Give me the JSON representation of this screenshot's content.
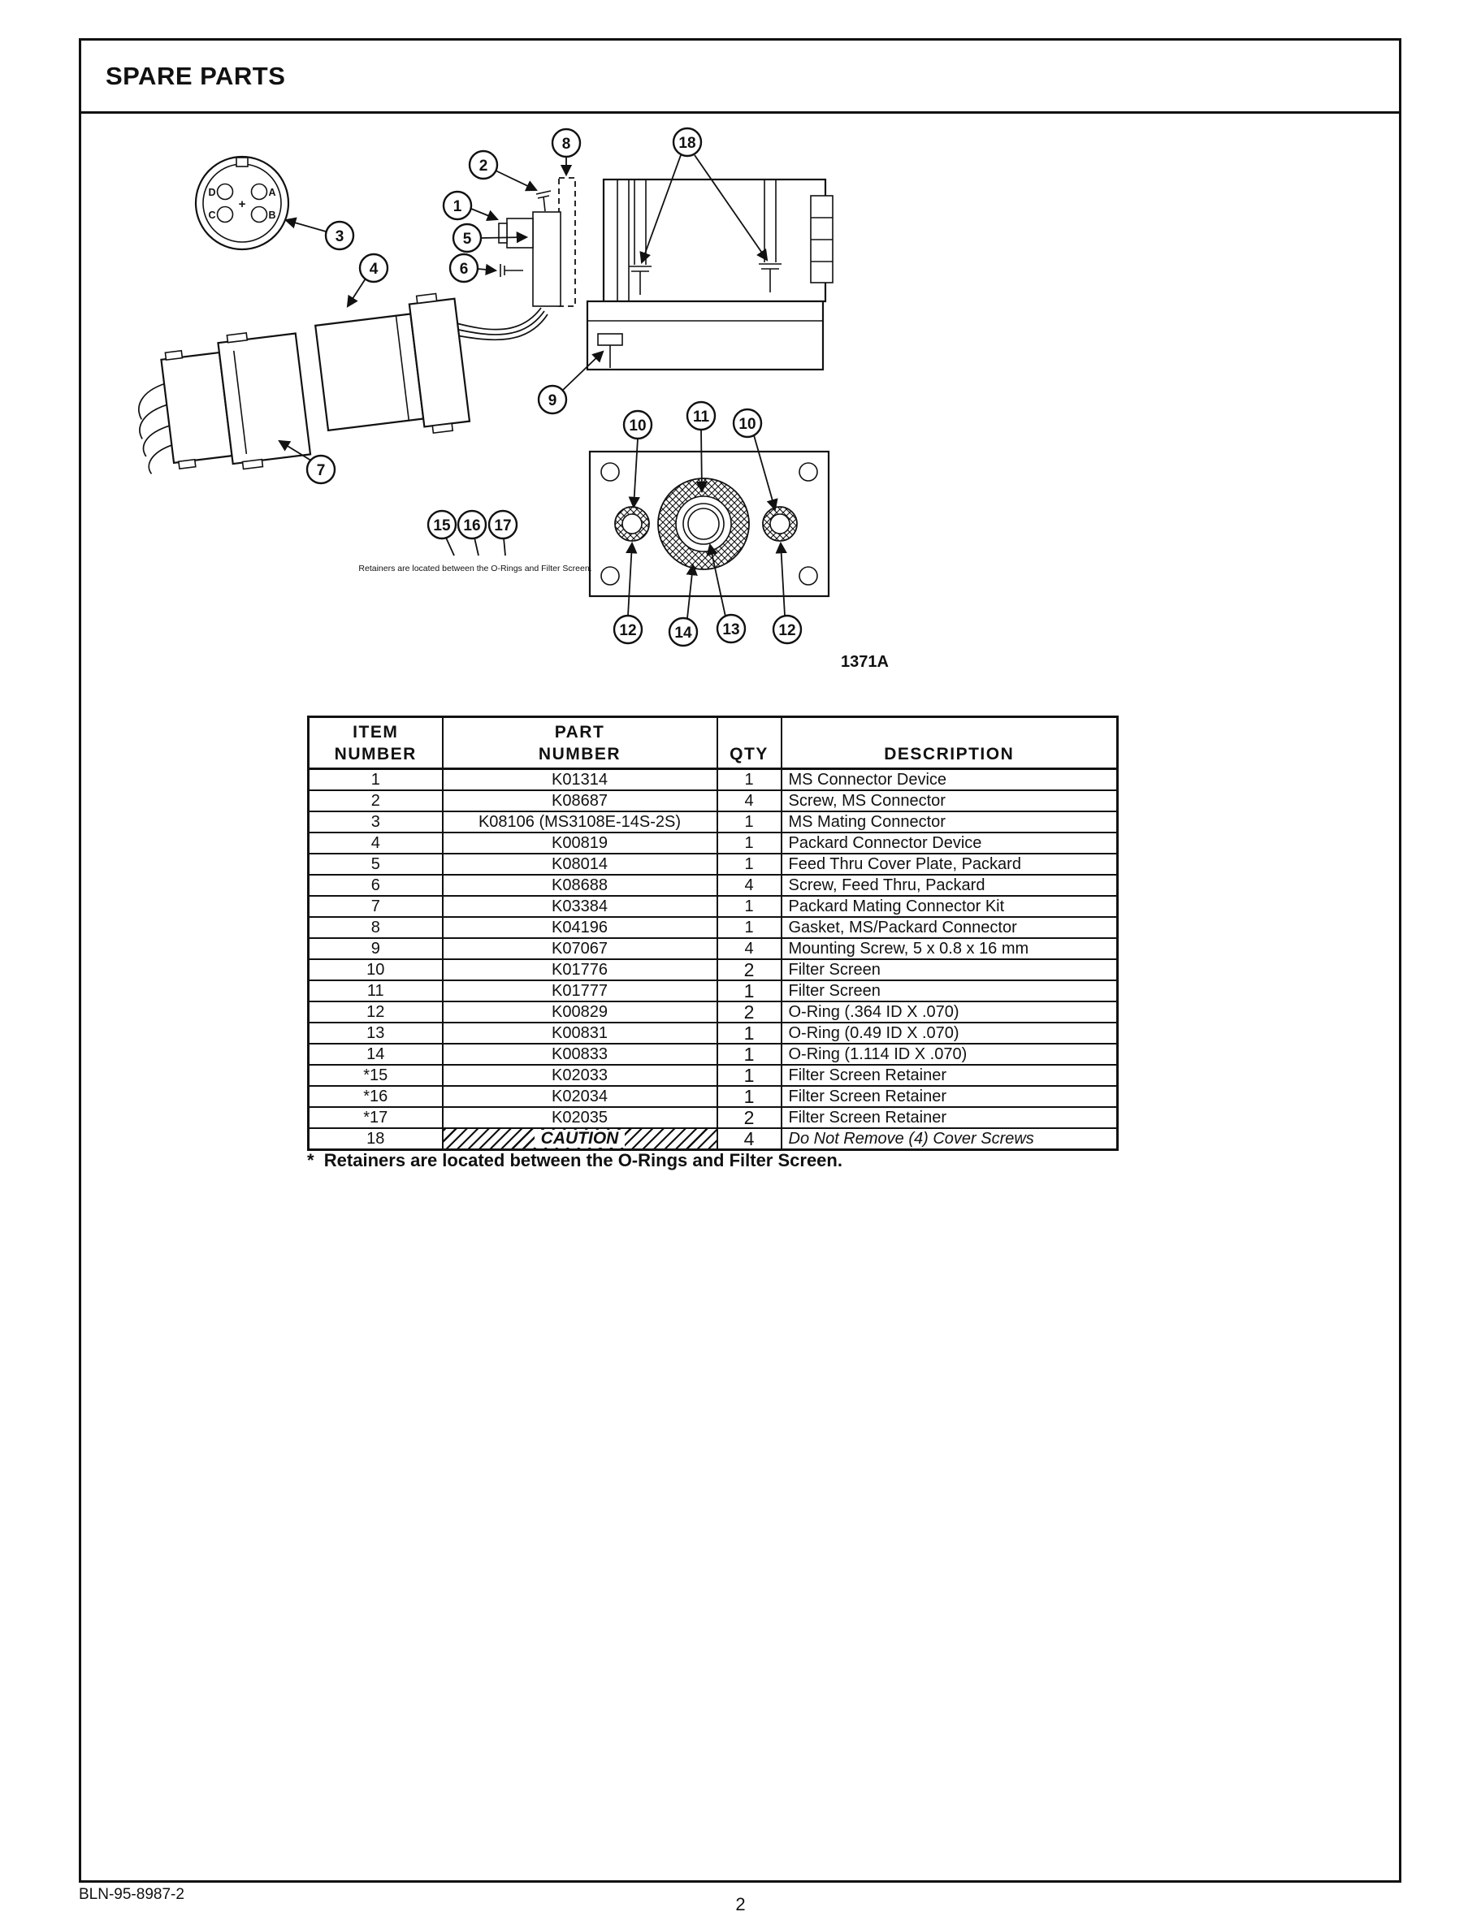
{
  "page": {
    "title": "SPARE PARTS",
    "figure_number": "1371A",
    "footnote": "*  Retainers are located between the O-Rings and Filter Screen.",
    "doc_number": "BLN-95-8987-2",
    "page_number": "2"
  },
  "diagram": {
    "callout_numbers": [
      "1",
      "2",
      "3",
      "4",
      "5",
      "6",
      "7",
      "8",
      "9",
      "10",
      "11",
      "12",
      "13",
      "14",
      "15",
      "16",
      "17",
      "18"
    ],
    "connector": {
      "pins": [
        "D",
        "A",
        "C",
        "B"
      ],
      "center_mark": "+"
    },
    "note": "Retainers are located between the O-Rings and Filter Screen."
  },
  "table": {
    "headers": {
      "item": [
        "ITEM",
        "NUMBER"
      ],
      "part": [
        "PART",
        "NUMBER"
      ],
      "qty": "QTY",
      "description": "DESCRIPTION"
    },
    "rows": [
      {
        "item": "1",
        "part": "K01314",
        "qty": "1",
        "desc": "MS Connector Device"
      },
      {
        "item": "2",
        "part": "K08687",
        "qty": "4",
        "desc": "Screw, MS Connector"
      },
      {
        "item": "3",
        "part": "K08106 (MS3108E-14S-2S)",
        "qty": "1",
        "desc": "MS Mating Connector"
      },
      {
        "item": "4",
        "part": "K00819",
        "qty": "1",
        "desc": "Packard Connector Device"
      },
      {
        "item": "5",
        "part": "K08014",
        "qty": "1",
        "desc": "Feed Thru Cover Plate, Packard"
      },
      {
        "item": "6",
        "part": "K08688",
        "qty": "4",
        "desc": "Screw, Feed Thru, Packard"
      },
      {
        "item": "7",
        "part": "K03384",
        "qty": "1",
        "desc": "Packard Mating Connector Kit"
      },
      {
        "item": "8",
        "part": "K04196",
        "qty": "1",
        "desc": "Gasket, MS/Packard Connector"
      },
      {
        "item": "9",
        "part": "K07067",
        "qty": "4",
        "desc": "Mounting Screw, 5 x 0.8 x 16 mm"
      },
      {
        "item": "10",
        "part": "K01776",
        "qty": "2",
        "desc": "Filter Screen"
      },
      {
        "item": "11",
        "part": "K01777",
        "qty": "1",
        "desc": "Filter Screen"
      },
      {
        "item": "12",
        "part": "K00829",
        "qty": "2",
        "desc": "O-Ring (.364 ID X .070)"
      },
      {
        "item": "13",
        "part": "K00831",
        "qty": "1",
        "desc": "O-Ring (0.49 ID X .070)"
      },
      {
        "item": "14",
        "part": "K00833",
        "qty": "1",
        "desc": "O-Ring (1.114 ID X .070)"
      },
      {
        "item": "*15",
        "part": "K02033",
        "qty": "1",
        "desc": "Filter Screen Retainer"
      },
      {
        "item": "*16",
        "part": "K02034",
        "qty": "1",
        "desc": "Filter Screen Retainer"
      },
      {
        "item": "*17",
        "part": "K02035",
        "qty": "2",
        "desc": "Filter Screen Retainer"
      },
      {
        "item": "18",
        "part": "CAUTION",
        "qty": "4",
        "desc": "Do Not Remove (4) Cover Screws"
      }
    ]
  }
}
